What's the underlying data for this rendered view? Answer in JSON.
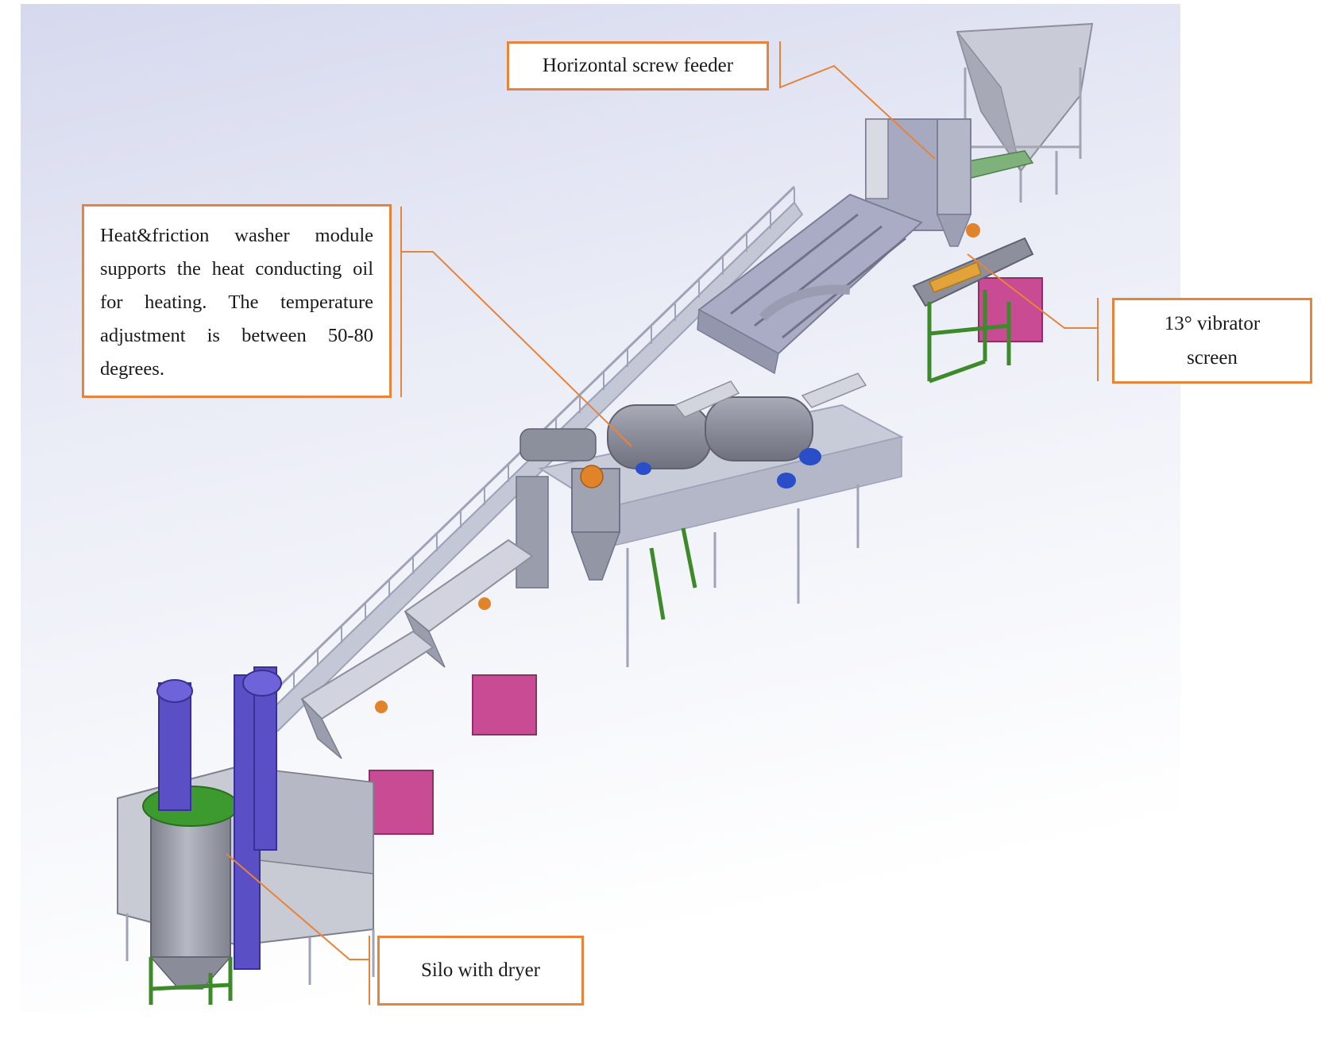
{
  "callouts": {
    "screw_feeder": "Horizontal screw feeder",
    "washer_module": "Heat&friction washer module supports the heat conducting oil for heating. The temperature adjustment is between 50-80 degrees.",
    "vibrator_line1": "13°  vibrator",
    "vibrator_line2": "screen",
    "silo": "Silo with dryer"
  },
  "colors": {
    "callout_border": "#e8833a",
    "frame_steel": "#9ea3b8",
    "machine_grey": "#8f919c",
    "support_green": "#3c8a2a",
    "elevator_blue": "#5a4fc4",
    "tote_magenta": "#c04a8e",
    "motor_orange": "#e0832a",
    "motor_blue": "#2a4ec8",
    "background_top": "#dcdff0",
    "background_bottom": "#ffffff"
  }
}
